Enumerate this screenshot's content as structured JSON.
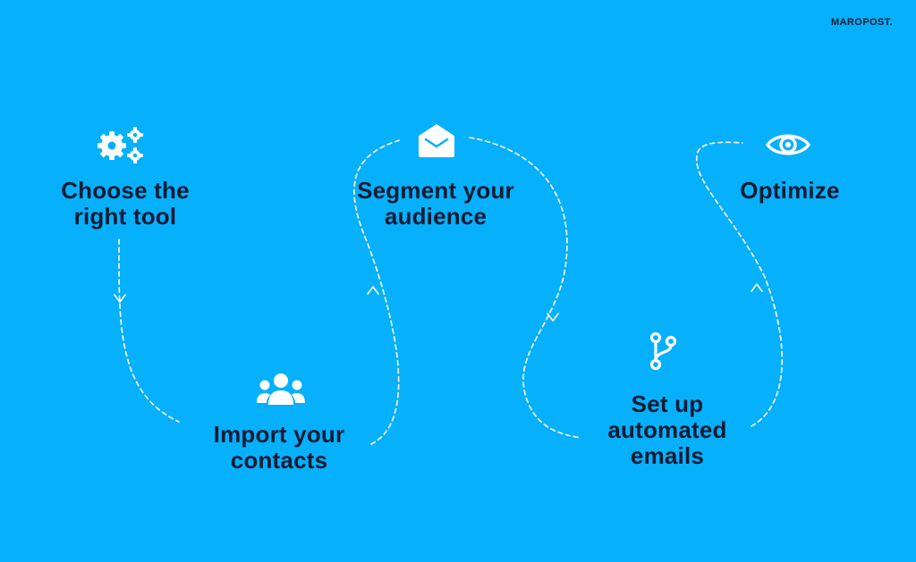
{
  "brand": {
    "logo_text": "MAROPOST."
  },
  "colors": {
    "background": "#06b0fb",
    "text": "#141b33",
    "line": "#ffffff"
  },
  "steps": [
    {
      "label": "Choose the\nright tool",
      "icon": "gears-icon"
    },
    {
      "label": "Import your\ncontacts",
      "icon": "users-group-icon"
    },
    {
      "label": "Segment your\naudience",
      "icon": "envelope-open-icon"
    },
    {
      "label": "Set up\nautomated\nemails",
      "icon": "branch-icon"
    },
    {
      "label": "Optimize",
      "icon": "eye-icon"
    }
  ]
}
